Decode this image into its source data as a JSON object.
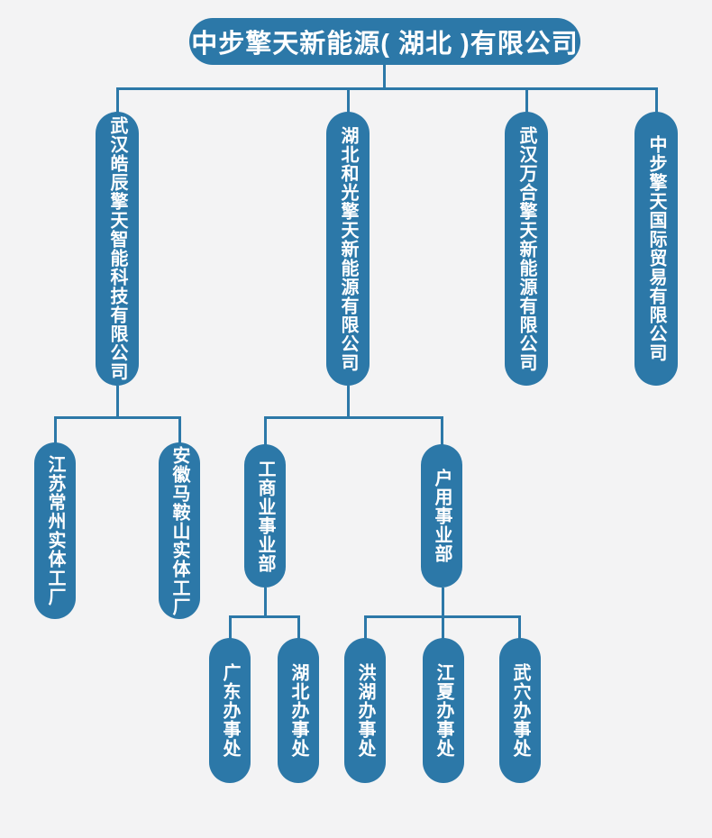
{
  "colors": {
    "background": "#f3f3f4",
    "node_fill": "#2c78a8",
    "node_text": "#ffffff",
    "connector": "#2c78a8"
  },
  "org": {
    "root": {
      "label": "中步擎天新能源( 湖北 )有限公司"
    },
    "subsidiaries": [
      {
        "label": "武汉皓辰擎天智能科技有限公司",
        "parent": "中步擎天新能源( 湖北 )有限公司"
      },
      {
        "label": "湖北和光擎天新能源有限公司",
        "parent": "中步擎天新能源( 湖北 )有限公司"
      },
      {
        "label": "武汉万合擎天新能源有限公司",
        "parent": "中步擎天新能源( 湖北 )有限公司"
      },
      {
        "label": "中步擎天国际贸易有限公司",
        "parent": "中步擎天新能源( 湖北 )有限公司"
      }
    ],
    "factories": [
      {
        "label": "江苏常州实体工厂",
        "parent": "武汉皓辰擎天智能科技有限公司"
      },
      {
        "label": "安徽马鞍山实体工厂",
        "parent": "武汉皓辰擎天智能科技有限公司"
      }
    ],
    "departments": [
      {
        "label": "工商业事业部",
        "parent": "湖北和光擎天新能源有限公司"
      },
      {
        "label": "户用事业部",
        "parent": "湖北和光擎天新能源有限公司"
      }
    ],
    "offices": [
      {
        "label": "广东办事处",
        "parent": "工商业事业部"
      },
      {
        "label": "湖北办事处",
        "parent": "工商业事业部"
      },
      {
        "label": "洪湖办事处",
        "parent": "户用事业部"
      },
      {
        "label": "江夏办事处",
        "parent": "户用事业部"
      },
      {
        "label": "武穴办事处",
        "parent": "户用事业部"
      }
    ]
  }
}
